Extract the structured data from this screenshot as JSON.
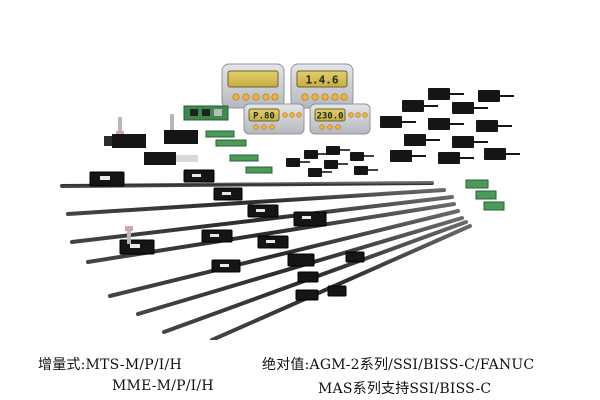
{
  "captions": {
    "incremental_line1": "增量式:MTS-M/P/I/H",
    "incremental_line2": "MME-M/P/I/H",
    "absolute_line1": "绝对值:AGM-2系列/SSI/BISS-C/FANUC",
    "absolute_line2": "MAS系列支持SSI/BISS-C"
  },
  "displays": [
    {
      "readout": ""
    },
    {
      "readout": "1.4.6"
    },
    {
      "readout": "P.80"
    },
    {
      "readout": "230.0"
    }
  ],
  "colors": {
    "scale": "#3a3a3a",
    "reader": "#151515",
    "lcd": "#d8c25a",
    "button": "#f1b23a",
    "bezel": "#c9ccd0",
    "pcb": "#3e8a4e"
  }
}
